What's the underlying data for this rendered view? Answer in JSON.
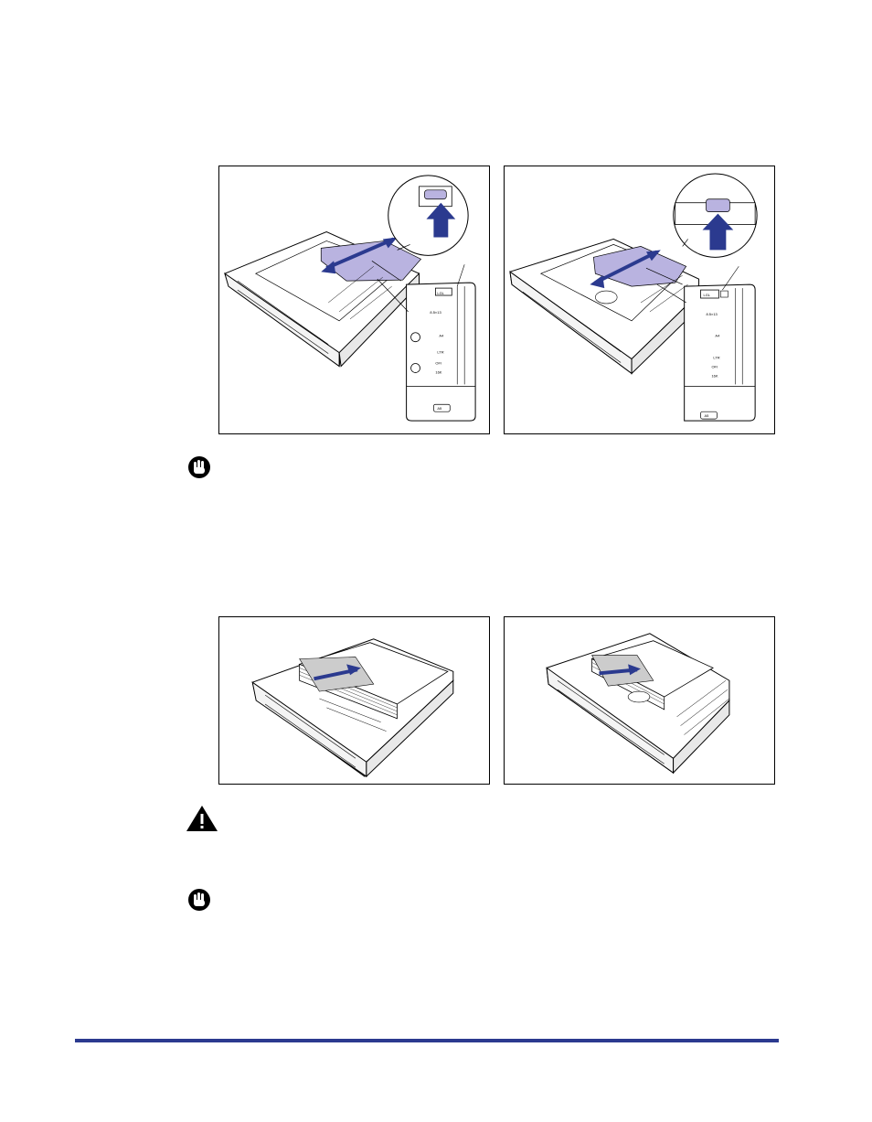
{
  "colors": {
    "accent_blue": "#2b3a8f",
    "highlight_purple": "#b9b3e0",
    "rule": "#2b3a8f"
  },
  "figures": {
    "figure1_left": {
      "size_labels": [
        "LGL",
        "8.5×13",
        "A4",
        "LTR",
        "OFI",
        "16K"
      ],
      "bottom_label": "A5"
    },
    "figure1_right": {
      "size_labels": [
        "LGL",
        "8.5×13",
        "A4",
        "LTR",
        "OFI",
        "16K"
      ],
      "bottom_label": "A5"
    }
  },
  "notes": [
    {
      "kind": "important",
      "icon": "hand-stop-icon"
    },
    {
      "kind": "caution",
      "icon": "warning-triangle-icon"
    },
    {
      "kind": "important",
      "icon": "hand-stop-icon"
    }
  ]
}
